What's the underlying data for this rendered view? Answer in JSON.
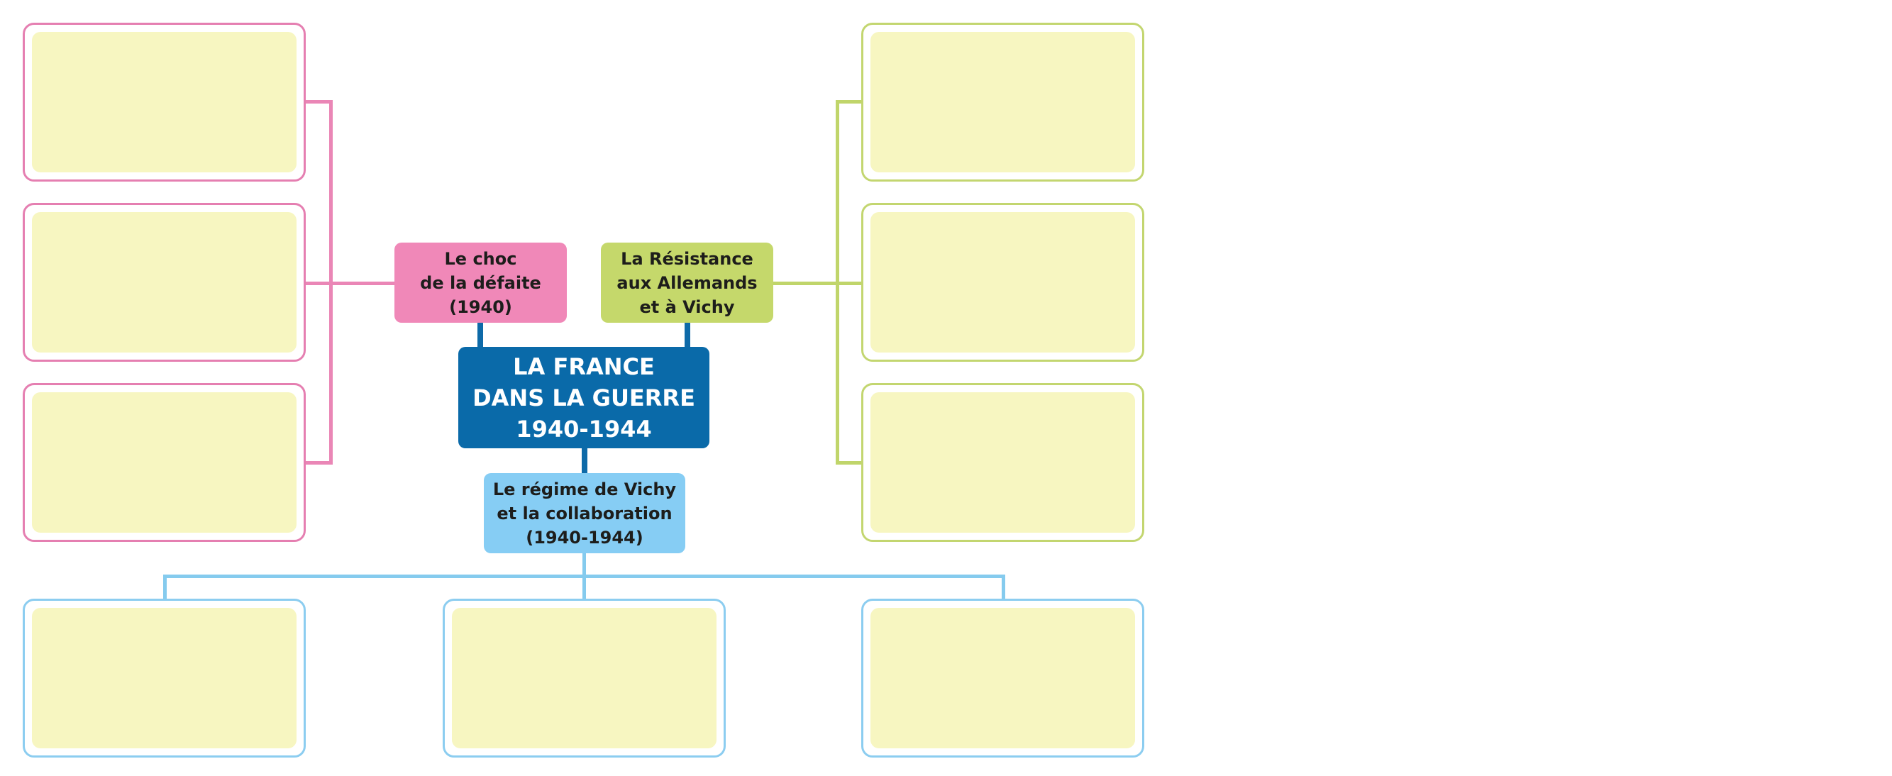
{
  "central": {
    "label": "LA FRANCE\nDANS LA GUERRE\n1940-1944"
  },
  "branches": {
    "defaite": {
      "label": "Le choc\nde la défaite\n(1940)"
    },
    "resistance": {
      "label": "La Résistance\naux Allemands\net à Vichy"
    },
    "vichy": {
      "label": "Le régime de Vichy\net la collaboration\n(1940-1944)"
    }
  },
  "colors": {
    "central": "#0a6aa9",
    "defaite": "#f088b8",
    "resistance": "#c5d86b",
    "vichy": "#86cdf4",
    "answer_box_fill": "#f7f6c1"
  }
}
